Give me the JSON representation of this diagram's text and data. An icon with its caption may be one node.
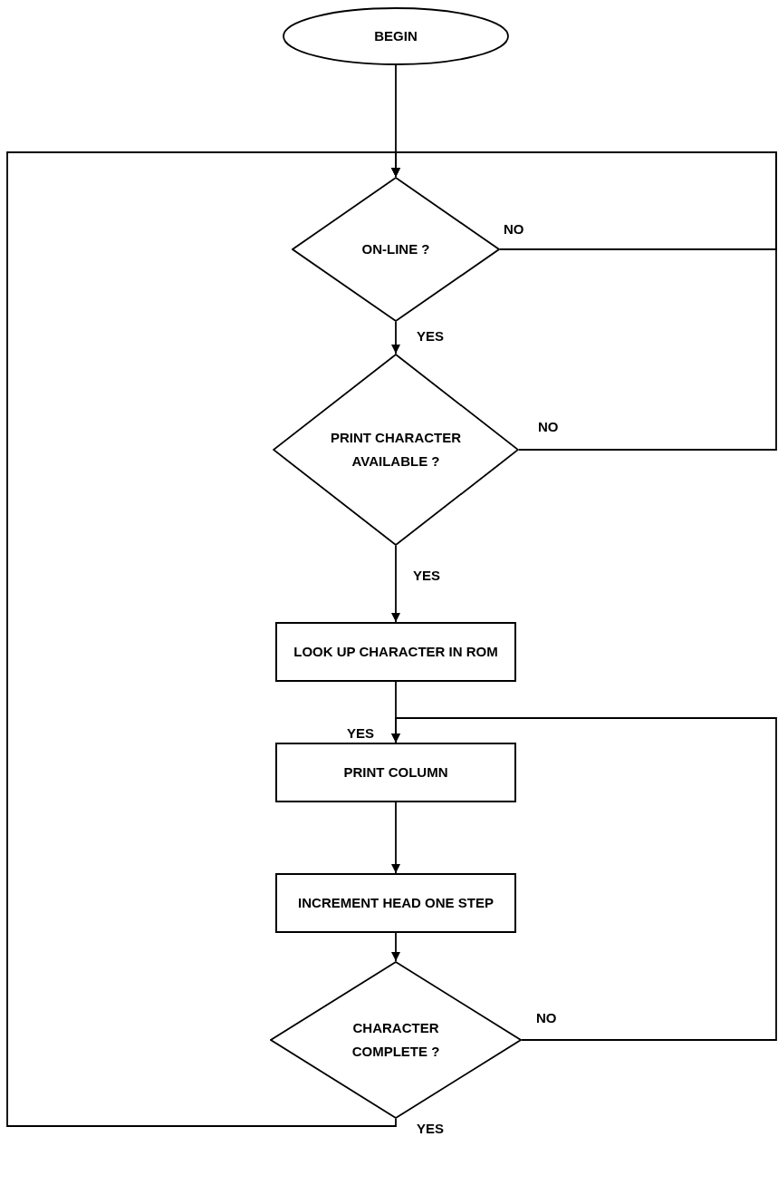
{
  "diagram": {
    "nodes": [
      {
        "text": [
          "BEGIN"
        ]
      },
      {
        "text": [
          "ON-LINE ?"
        ]
      },
      {
        "text": [
          "PRINT CHARACTER AVAILABLE ?"
        ]
      },
      {
        "text": [
          "LOOK UP CHARACTER IN ROM"
        ]
      },
      {
        "text": [
          "PRINT COLUMN"
        ]
      },
      {
        "text": [
          "INCREMENT HEAD ONE STEP"
        ]
      },
      {
        "text": [
          "CHARACTER COMPLETE ?"
        ]
      }
    ],
    "edges": [
      {
        "from": 0,
        "to": 1,
        "arrow": "to"
      },
      {
        "from": 1,
        "to": 1,
        "arrow": "to",
        "label": "NO"
      },
      {
        "from": 1,
        "to": 2,
        "arrow": "to",
        "label": "YES"
      },
      {
        "from": 2,
        "to": 1,
        "arrow": "to",
        "label": "NO"
      },
      {
        "from": 2,
        "to": 3,
        "arrow": "to",
        "label": "YES"
      },
      {
        "from": 3,
        "to": 4,
        "arrow": "to",
        "label": "YES"
      },
      {
        "from": 4,
        "to": 5,
        "arrow": "to"
      },
      {
        "from": 5,
        "to": 6,
        "arrow": "to"
      },
      {
        "from": 6,
        "to": 4,
        "arrow": "to",
        "label": "NO"
      },
      {
        "from": 6,
        "to": 1,
        "arrow": "to",
        "label": "YES"
      }
    ]
  }
}
